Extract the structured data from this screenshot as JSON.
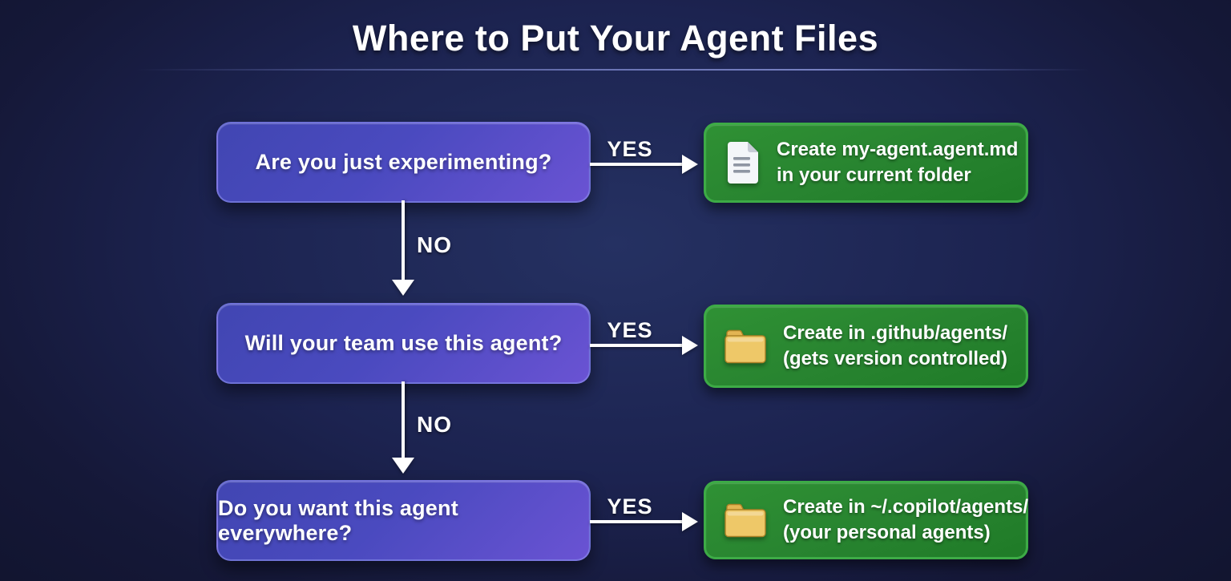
{
  "title": "Where to Put Your Agent Files",
  "colors": {
    "background_center": "#253162",
    "background_edge": "#11142e",
    "question_box_gradient_start": "#4146b2",
    "question_box_gradient_end": "#6a53d3",
    "result_box_gradient_start": "#2f9134",
    "result_box_gradient_end": "#1f7b27",
    "result_box_border": "#3dab46",
    "arrow_color": "#ffffff",
    "folder_icon_color": "#eec868",
    "document_icon_color": "#f4f6f9"
  },
  "flow": {
    "rows": [
      {
        "question": "Are you just experimenting?",
        "yes_label": "YES",
        "no_label": "NO",
        "result": {
          "icon": "document-icon",
          "line1": "Create my-agent.agent.md",
          "line2": "in your current folder"
        }
      },
      {
        "question": "Will your team use this agent?",
        "yes_label": "YES",
        "no_label": "NO",
        "result": {
          "icon": "folder-icon",
          "line1": "Create in .github/agents/",
          "line2": "(gets version controlled)"
        }
      },
      {
        "question": "Do you want this agent everywhere?",
        "yes_label": "YES",
        "result": {
          "icon": "folder-icon",
          "line1": "Create in ~/.copilot/agents/",
          "line2": "(your personal agents)"
        }
      }
    ]
  }
}
